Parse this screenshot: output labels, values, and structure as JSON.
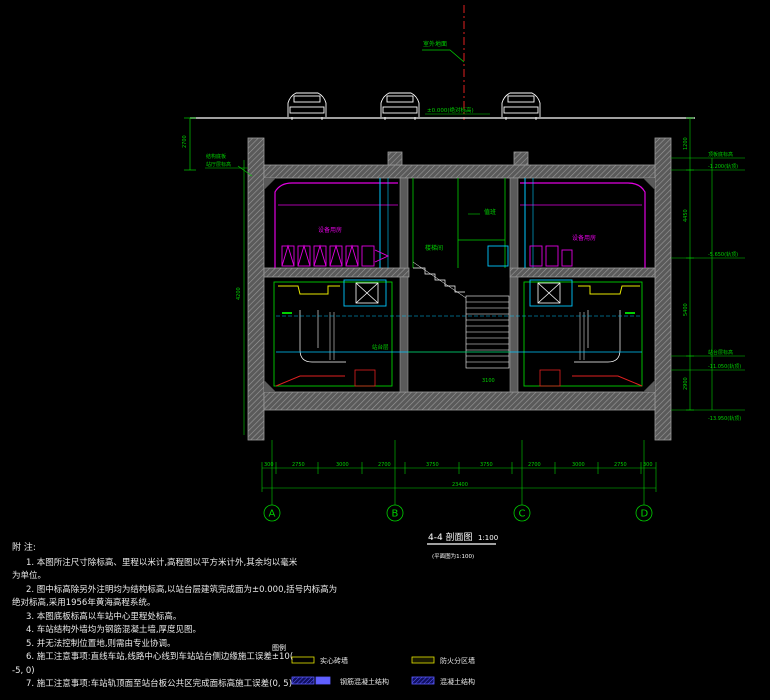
{
  "section": {
    "title": "4-4 剖面图",
    "scale": "1:100",
    "subtitle": "(平面图为1:100)"
  },
  "axes": [
    "A",
    "B",
    "C",
    "D"
  ],
  "ground_label": "室外地面",
  "elevations": {
    "ground": "±0.000(绝对标高)",
    "top_slab_1": "顶板底标高",
    "top_slab_2": "-1.200(轨顶)",
    "mid_slab": "-5.650(轨顶)",
    "lower_1": "站台层标高",
    "lower_2": "-11.050(轨顶)",
    "bottom": "-13.950(轨顶)",
    "left_top": "结构底板",
    "left_top_2": "站厅层标高"
  },
  "room_labels": {
    "equip_left": "设备用房",
    "stair": "楼梯间",
    "office": "值班",
    "equip_right": "设备用房",
    "platform_mid": "站台层",
    "platform_dim": "3100"
  },
  "dims": {
    "bottom_row": [
      "300",
      "2750",
      "3000",
      "2700",
      "3750",
      "3750",
      "2700",
      "3000",
      "2750",
      "300"
    ],
    "total": "23400",
    "right_v": [
      "1200",
      "4450",
      "5400",
      "2900"
    ],
    "left_v": "4200"
  },
  "notes": {
    "heading": "附  注:",
    "items": [
      "1. 本图所注尺寸除标高、里程以米计,高程图以平方米计外,其余均以毫米",
      "为单位。",
      "2. 图中标高除另外注明均为结构标高,以站台层建筑完成面为±0.000,括号内标高为",
      "绝对标高,采用1956年黄海高程系统。",
      "3. 本图底板标高以车站中心里程处标高。",
      "4. 车站结构外墙均为钢筋混凝土墙,厚度见图。",
      "5. 并无法控制位置地,则需由专业协调。",
      "6. 施工注意事项:直线车站,线路中心线到车站站台侧边缘施工误差±10(",
      "-5, 0)",
      "7. 施工注意事项:车站轨顶面至站台板公共区完成面标高施工误差(0, 5)"
    ]
  },
  "legend": {
    "heading": "图例",
    "items": [
      {
        "label": "实心砖墙"
      },
      {
        "label": "防火分区墙"
      },
      {
        "label": "钢筋混凝土结构"
      },
      {
        "label": "混凝土结构"
      }
    ]
  },
  "colors": {
    "structure": "#8a8a8a",
    "structure_fill": "#5c5c5c",
    "green": "#00d000",
    "cyan": "#00c8ff",
    "magenta": "#e000e0",
    "yellow": "#e8e800",
    "red": "#e02020",
    "white": "#ffffff"
  }
}
